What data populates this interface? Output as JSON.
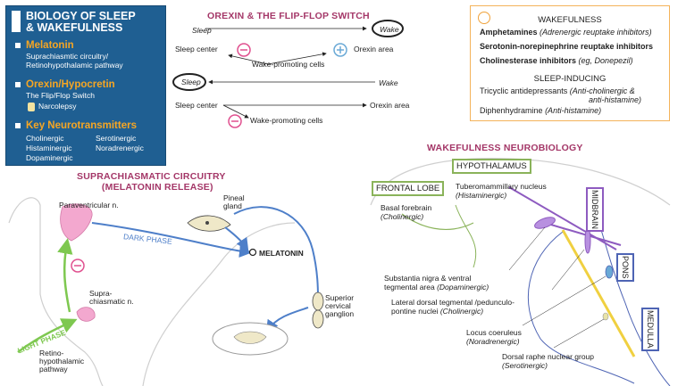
{
  "summary": {
    "title_line1": "BIOLOGY OF SLEEP",
    "title_line2": "& WAKEFULNESS",
    "melatonin_head": "Melatonin",
    "melatonin_desc1": "Suprachiasmtic circuitry/",
    "melatonin_desc2": "Retinohypothalamic pathway",
    "orexin_head": "Orexin/Hypocretin",
    "orexin_desc": "The Flip/Flop Switch",
    "narcolepsy": "Narcolepsy",
    "nt_head": "Key Neurotransmitters",
    "nt_items": [
      "Cholinergic",
      "Serotinergic",
      "Histaminergic",
      "Noradrenergic",
      "Dopaminergic"
    ]
  },
  "flipflop": {
    "title": "OREXIN & THE FLIP-FLOP SWITCH",
    "top": {
      "sleep": "Sleep",
      "wake": "Wake",
      "sleep_center": "Sleep center",
      "orexin_area": "Orexin area",
      "wake_cells": "Wake-promoting cells"
    },
    "bottom": {
      "sleep": "Sleep",
      "wake": "Wake",
      "sleep_center": "Sleep center",
      "orexin_area": "Orexin area",
      "wake_cells": "Wake-promoting cells"
    }
  },
  "drugs": {
    "wake_head": "WAKEFULNESS",
    "wake_items": [
      {
        "name": "Amphetamines",
        "note": "(Adrenergic reuptake inhibitors)"
      },
      {
        "name": "Serotonin-norepinephrine reuptake inhibitors",
        "note": ""
      },
      {
        "name": "Cholinesterase inhibitors",
        "note": "(eg, Donepezil)"
      }
    ],
    "sleep_head": "SLEEP-INDUCING",
    "sleep_items": [
      {
        "name": "Tricyclic antidepressants",
        "note": "(Anti-cholinergic &",
        "note2": "anti-histamine)"
      },
      {
        "name": "Diphenhydramine",
        "note": "(Anti-histamine)"
      }
    ]
  },
  "scn": {
    "title1": "SUPRACHIASMATIC CIRCUITRY",
    "title2": "(MELATONIN RELEASE)",
    "paraventricular": "Paraventricular n.",
    "dark_phase": "DARK PHASE",
    "pineal1": "Pineal",
    "pineal2": "gland",
    "melatonin": "MELATONIN",
    "supra1": "Supra-",
    "supra2": "chiasmatic n.",
    "light_phase": "LIGHT PHASE",
    "retino1": "Retino-",
    "retino2": "hypothalamic",
    "retino3": "pathway",
    "ganglion1": "Superior",
    "ganglion2": "cervical",
    "ganglion3": "ganglion"
  },
  "wake": {
    "title": "WAKEFULNESS NEUROBIOLOGY",
    "hypothalamus": "HYPOTHALAMUS",
    "frontal": "FRONTAL LOBE",
    "midbrain": "MIDBRAIN",
    "pons": "PONS",
    "medulla": "MEDULLA",
    "tubero1": "Tuberomammillary nucleus",
    "tubero2": "(Histaminergic)",
    "basal1": "Basal forebrain",
    "basal2": "(Cholinergic)",
    "subst1": "Substantia nigra & ventral",
    "subst2": "tegmental area",
    "subst2b": "(Dopaminergic)",
    "ldt1": "Lateral dorsal tegmental /pedunculo-",
    "ldt2": "pontine nuclei",
    "ldt2b": "(Cholinergic)",
    "lc1": "Locus coeruleus",
    "lc2": "(Noradrenergic)",
    "raphe1": "Dorsal raphe nuclear group",
    "raphe2": "(Serotinergic)"
  },
  "colors": {
    "summary_bg": "#1f5f92",
    "orange": "#f6a623",
    "title_magenta": "#a43768",
    "pink": "#f3a8cf",
    "blue_arrow": "#4e7fc9",
    "green": "#7ec850",
    "purple": "#8e5bc0"
  }
}
